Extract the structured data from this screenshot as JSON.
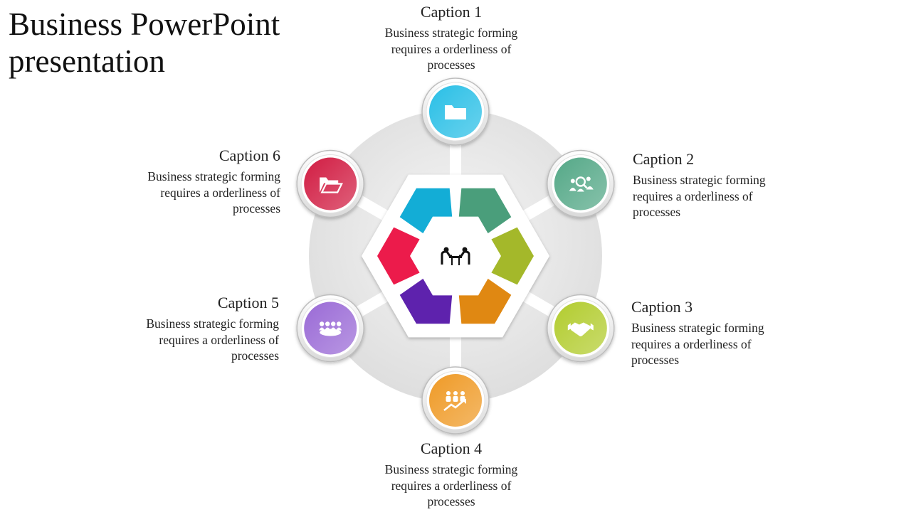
{
  "slide": {
    "title": "Business PowerPoint presentation"
  },
  "captions": [
    {
      "title": "Caption 1",
      "text": "Business strategic forming requires a orderliness of processes",
      "color": "#29bfe6",
      "icon": "folder-icon"
    },
    {
      "title": "Caption 2",
      "text": "Business strategic forming requires a orderliness of processes",
      "color": "#54a887",
      "icon": "team-search-icon"
    },
    {
      "title": "Caption 3",
      "text": "Business strategic forming requires a orderliness of processes",
      "color": "#b2cc2e",
      "icon": "handshake-icon"
    },
    {
      "title": "Caption 4",
      "text": "Business strategic forming requires a orderliness of processes",
      "color": "#ef9a26",
      "icon": "growth-team-icon"
    },
    {
      "title": "Caption 5",
      "text": "Business strategic forming requires a orderliness of processes",
      "color": "#9a6ad6",
      "icon": "meeting-icon"
    },
    {
      "title": "Caption 6",
      "text": "Business strategic forming requires a orderliness of processes",
      "color": "#d11c42",
      "icon": "open-folder-icon"
    }
  ],
  "hexagon": {
    "center_icon": "business-meeting-icon",
    "segment_colors": [
      "#13add6",
      "#4a9e7b",
      "#a4b82a",
      "#e08812",
      "#5e22ad",
      "#ec1b4b"
    ]
  }
}
